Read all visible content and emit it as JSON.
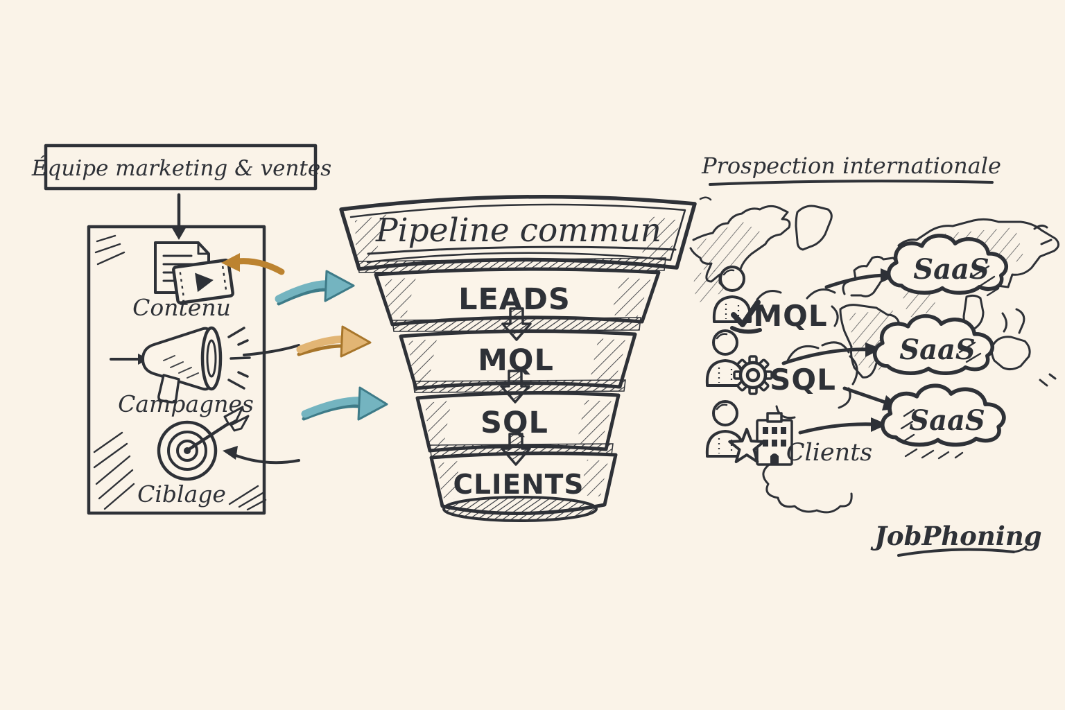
{
  "palette": {
    "background": "#faf3e8",
    "ink": "#2e3137",
    "teal": "#74b4c0",
    "teal_dark": "#3e7b88",
    "orange": "#e2b574",
    "orange_dark": "#a8762b",
    "ochre": "#bc8330"
  },
  "left_panel": {
    "header": "Équipe marketing & ventes",
    "items": [
      {
        "icon": "documents-video-icon",
        "label": "Contenu"
      },
      {
        "icon": "megaphone-icon",
        "label": "Campagnes"
      },
      {
        "icon": "target-icon",
        "label": "Ciblage"
      }
    ]
  },
  "funnel": {
    "title": "Pipeline commun",
    "stages": [
      "LEADS",
      "MQL",
      "SQL",
      "CLIENTS"
    ]
  },
  "prospection": {
    "title": "Prospection internationale",
    "rows": [
      {
        "icons": [
          "person-icon",
          "checkmark-icon"
        ],
        "label": "MQL",
        "destination": "SaaS"
      },
      {
        "icons": [
          "person-icon",
          "gear-icon"
        ],
        "label": "SQL",
        "destination": "SaaS"
      },
      {
        "icons": [
          "person-icon",
          "star-icon",
          "building-icon"
        ],
        "label": "Clients",
        "destination": "SaaS"
      }
    ],
    "clouds": [
      "SaaS",
      "SaaS",
      "SaaS"
    ]
  },
  "brand": {
    "logo": "JobPhoning"
  }
}
